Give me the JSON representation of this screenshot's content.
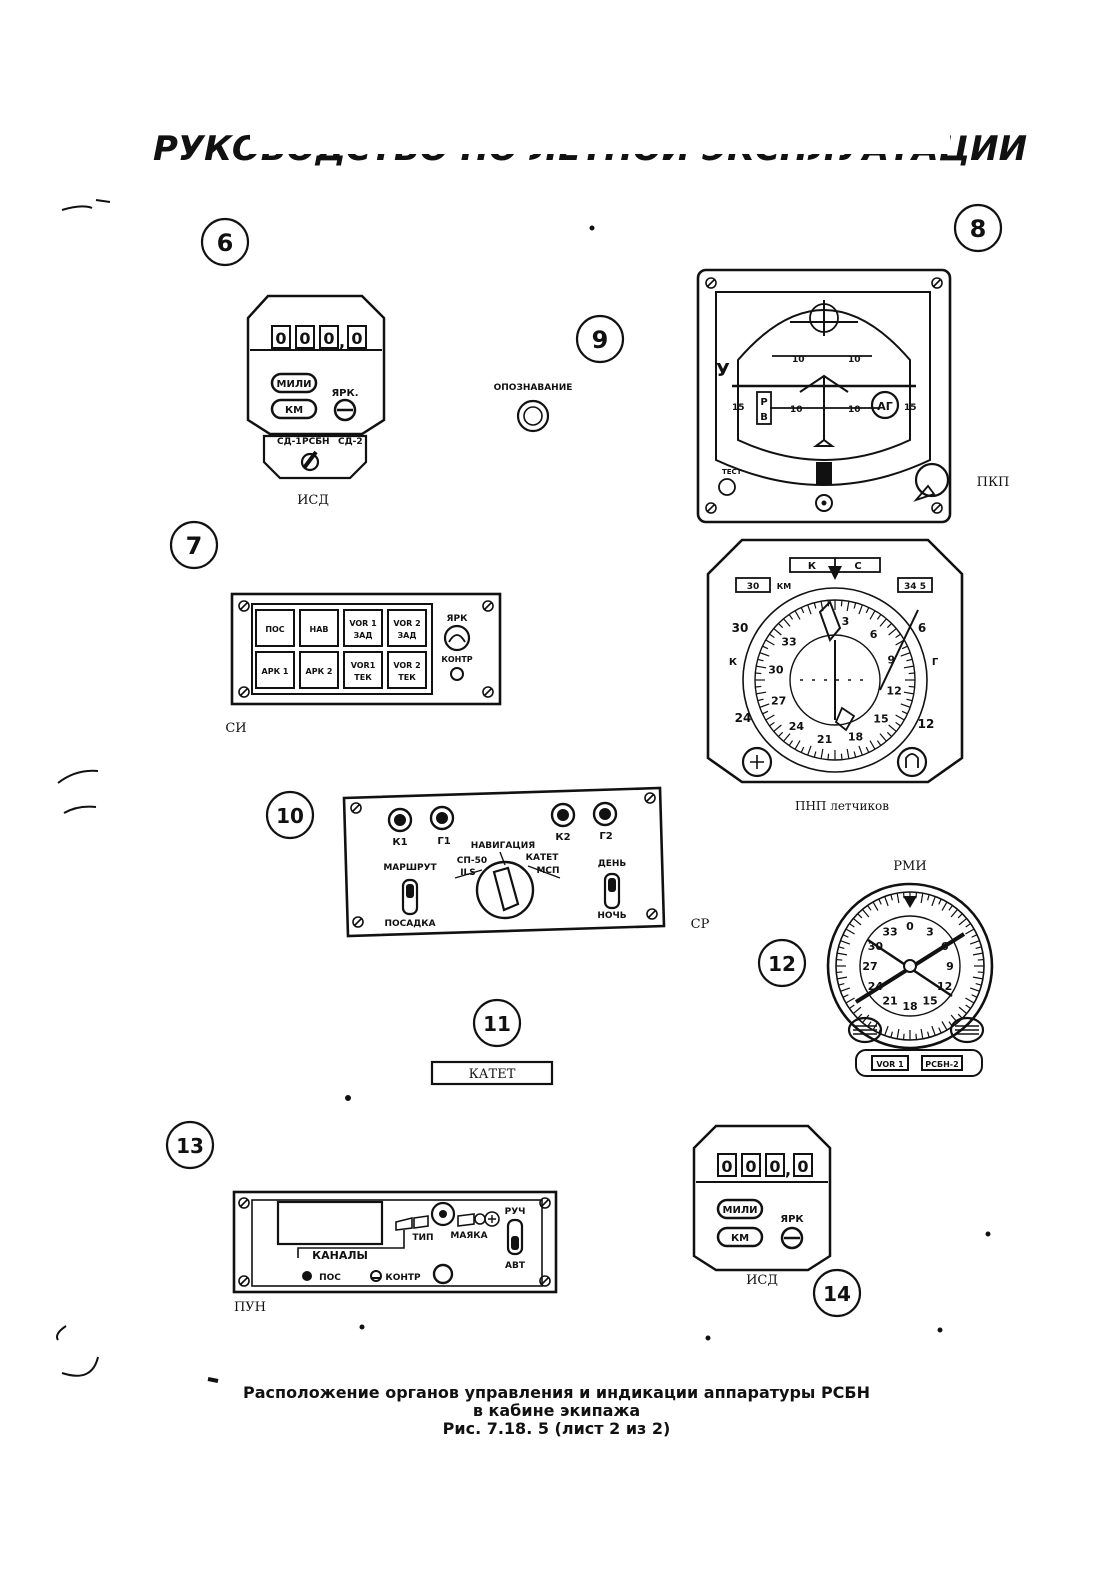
{
  "header_title": "РУКОВОДСТВО ПО ЛЕТНОЙ ЭКСПЛУАТАЦИИ",
  "callouts": {
    "c6": "6",
    "c7": "7",
    "c8": "8",
    "c9": "9",
    "c10": "10",
    "c11": "11",
    "c12": "12",
    "c13": "13",
    "c14": "14"
  },
  "isd": {
    "digits": [
      "0",
      "0",
      "0",
      "0"
    ],
    "btn_mili": "МИЛИ",
    "btn_km": "КМ",
    "brightness": "ЯРК.",
    "sw_left": "СД-1",
    "sw_mid": "РСБН",
    "sw_right": "СД-2",
    "caption": "ИСД"
  },
  "ident": {
    "label": "ОПОЗНАВАНИЕ"
  },
  "pkp": {
    "caption": "ПКП",
    "test": "ТЕСТ",
    "ag": "АГ",
    "p": "Р",
    "b": "В",
    "ten": "10",
    "fifteen": "15",
    "u": "У"
  },
  "si": {
    "buttons": [
      [
        "ПОС",
        ""
      ],
      [
        "НАВ",
        ""
      ],
      [
        "VOR 1",
        "ЗАД"
      ],
      [
        "VOR 2",
        "ЗАД"
      ],
      [
        "АРК 1",
        ""
      ],
      [
        "АРК 2",
        ""
      ],
      [
        "VOR1",
        "ТЕК"
      ],
      [
        "VOR 2",
        "ТЕК"
      ]
    ],
    "bright": "ЯРК",
    "test": "КОНТР",
    "caption": "СИ"
  },
  "pnp": {
    "caption": "ПНП  летчиков",
    "k": "К",
    "c": "С",
    "km": "КМ",
    "dist_digits": "30",
    "heading_digits": "34 5",
    "scale": [
      "30",
      "33",
      "3",
      "6",
      "9",
      "12",
      "15",
      "18",
      "21",
      "24",
      "27",
      "30"
    ],
    "ticks_outer": [
      "30",
      "6",
      "12",
      "24"
    ],
    "k_side": "К",
    "g_side": "Г"
  },
  "sr": {
    "lamps": [
      "К1",
      "Г1",
      "К2",
      "Г2"
    ],
    "nav": "НАВИГАЦИЯ",
    "sp50": "СП-50",
    "ils": "ILS",
    "katet": "КАТЕТ",
    "msp": "МСП",
    "route": "МАРШРУТ",
    "landing": "ПОСАДКА",
    "day": "ДЕНЬ",
    "night": "НОЧЬ",
    "caption": "СР"
  },
  "katet_plate": "КАТЕТ",
  "rmi": {
    "caption": "РМИ",
    "numbers": [
      "0",
      "3",
      "6",
      "9",
      "12",
      "15",
      "18",
      "21",
      "24",
      "27",
      "30",
      "33"
    ],
    "vor": "VOR 1",
    "rsbn": "РСБН-2"
  },
  "pun": {
    "channels": "КАНАЛЫ",
    "type": "ТИП",
    "beacon": "МАЯКА",
    "manual": "РУЧ",
    "auto": "АВТ",
    "pos": "ПОС",
    "test": "КОНТР",
    "caption": "ПУН"
  },
  "isd2": {
    "digits": [
      "0",
      "0",
      "0",
      "0"
    ],
    "btn_mili": "МИЛИ",
    "btn_km": "КМ",
    "bright": "ЯРК",
    "caption": "ИСД"
  },
  "caption_lines": [
    "Расположение органов управления и индикации аппаратуры РСБН",
    "в кабине экипажа",
    "Рис. 7.18. 5 (лист 2 из 2)"
  ]
}
